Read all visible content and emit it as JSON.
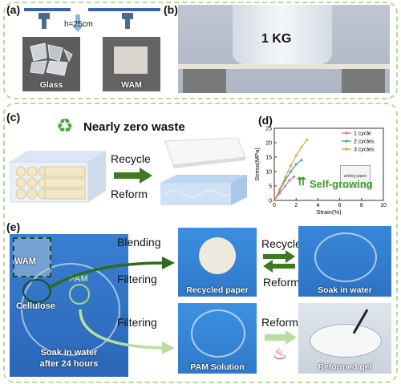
{
  "panel_a": {
    "label": "(a)",
    "height_label": "h=25cm",
    "sample_left": "Glass",
    "sample_right": "WAM"
  },
  "panel_b": {
    "label": "(b)",
    "weight_label": "1 KG"
  },
  "panel_c": {
    "label": "(c)",
    "title": "Nearly zero waste",
    "recycle": "Recycle",
    "reform": "Reform"
  },
  "panel_d": {
    "label": "(d)",
    "annotation": "Self-growing",
    "inset_text": "writing paper"
  },
  "panel_e": {
    "label": "(e)",
    "wam": "WAM",
    "cellulose": "Cellulose",
    "pam": "PAM",
    "soak_caption_line1": "Soak in water",
    "soak_caption_line2": "after 24 hours",
    "blending": "Blending",
    "filtering_top": "Filtering",
    "filtering_bottom": "Filtering",
    "recycle": "Recycle",
    "reform_mid": "Reform",
    "reform_bottom": "Reform",
    "recycled_paper": "Recycled paper",
    "soak_in_water": "Soak in water",
    "pam_solution": "PAM Solution",
    "reformed_gel": "Reformed gel"
  },
  "colors": {
    "frame": "#b9d79a",
    "arrow_green": "#3e7a22",
    "light_green": "#9fd07e",
    "self_growing": "#3c9a2a",
    "heat": "#d9302b"
  },
  "chart_data": {
    "type": "line",
    "title": "",
    "xlabel": "Strain(%)",
    "ylabel": "Stress(MPa)",
    "xlim": [
      0,
      10
    ],
    "ylim": [
      0,
      25
    ],
    "xticks": [
      0,
      2,
      4,
      6,
      8,
      10
    ],
    "yticks": [
      0,
      5,
      10,
      15,
      20,
      25
    ],
    "legend_position": "top-right",
    "series": [
      {
        "name": "1 cycle",
        "color": "#e56e8c",
        "x": [
          0,
          0.5,
          1.0,
          1.4,
          1.8
        ],
        "y": [
          0,
          2.5,
          5.0,
          7.0,
          8.2
        ]
      },
      {
        "name": "2 cycles",
        "color": "#2fa9b5",
        "x": [
          0,
          0.5,
          1.0,
          1.5,
          2.0,
          2.5
        ],
        "y": [
          0,
          3.5,
          7.0,
          10.0,
          12.5,
          14.0
        ]
      },
      {
        "name": "3 cycles",
        "color": "#e0a637",
        "x": [
          0,
          0.5,
          1.0,
          1.5,
          2.0,
          2.5,
          3.0
        ],
        "y": [
          0,
          4.0,
          8.0,
          12.0,
          15.5,
          18.5,
          21.0
        ]
      }
    ]
  }
}
